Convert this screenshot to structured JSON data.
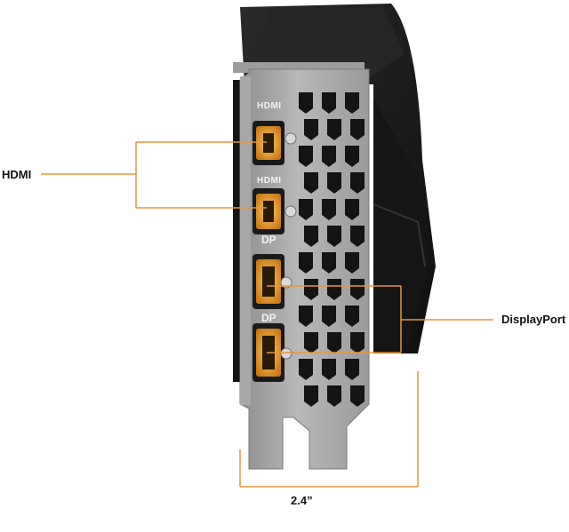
{
  "labels": {
    "hdmi": "HDMI",
    "displayport": "DisplayPort",
    "width": "2.4”"
  },
  "bracket_markings": {
    "hdmi_top": "HDMI",
    "hdmi_bottom": "HDMI",
    "dp_top": "DP",
    "dp_bottom": "DP"
  },
  "colors": {
    "callout": "#e8963a",
    "bracket": "#a6a6a6",
    "card_body": "#1c1c1c",
    "port_glow": "#f5a623"
  }
}
